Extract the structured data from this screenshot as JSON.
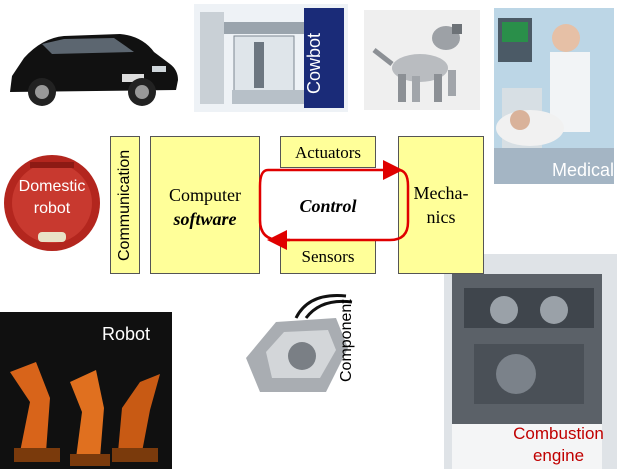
{
  "diagram": {
    "center": {
      "communication": "Communication",
      "computer_line1": "Computer",
      "computer_line2": "software",
      "actuators": "Actuators",
      "sensors": "Sensors",
      "control": "Control",
      "mechanics_line1": "Mecha-",
      "mechanics_line2": "nics"
    },
    "pictures": {
      "car": "",
      "cowbot": "Cowbot",
      "robot_dog": "",
      "medical": "Medical",
      "domestic_line1": "Domestic",
      "domestic_line2": "robot",
      "industrial": "Robot",
      "component": "Component",
      "engine_line1": "Combustion",
      "engine_line2": "engine"
    },
    "colors": {
      "box_fill": "#ffff99",
      "loop_arrow": "#e00000",
      "engine_label": "#c00000",
      "domestic_robot_body": "#b3261e"
    }
  }
}
